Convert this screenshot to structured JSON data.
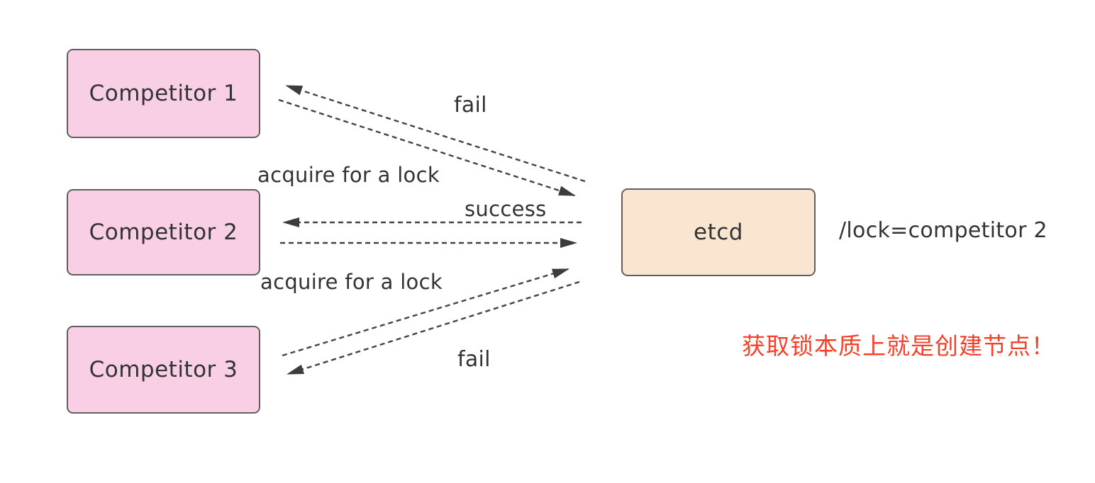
{
  "diagram": {
    "nodes": {
      "competitor1": {
        "label": "Competitor 1"
      },
      "competitor2": {
        "label": "Competitor 2"
      },
      "competitor3": {
        "label": "Competitor 3"
      },
      "etcd": {
        "label": "etcd"
      }
    },
    "edge_labels": {
      "fail_top": "fail",
      "acquire_upper": "acquire for a lock",
      "success": "success",
      "acquire_lower": "acquire for a lock",
      "fail_bottom": "fail"
    },
    "annotations": {
      "lock_value": "/lock=competitor 2",
      "note": "获取锁本质上就是创建节点！"
    },
    "colors": {
      "competitor_fill": "#f8cfe5",
      "etcd_fill": "#fae6d0",
      "node_border": "#5f5f5f",
      "edge": "#434343",
      "text": "#333333",
      "note": "#f93f27",
      "bg": "#ffffff"
    }
  }
}
